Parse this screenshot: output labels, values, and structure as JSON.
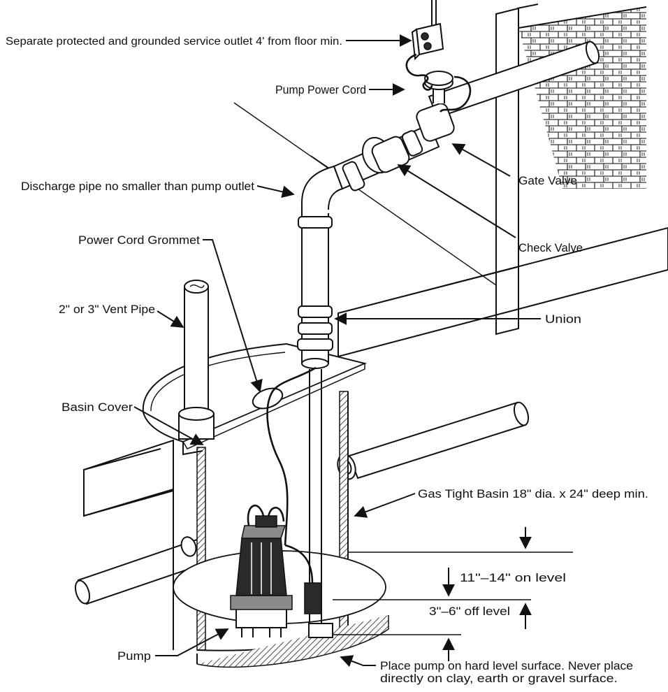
{
  "labels": {
    "service_outlet": "Separate protected and grounded service outlet 4' from floor min.",
    "pump_power_cord": "Pump Power Cord",
    "gate_valve": "Gate Valve",
    "discharge_pipe": "Discharge pipe no smaller than pump outlet",
    "check_valve": "Check Valve",
    "power_cord_grommet": "Power Cord Grommet",
    "vent_pipe": "2\" or 3\" Vent Pipe",
    "union": "Union",
    "basin_cover": "Basin Cover",
    "gas_tight_basin": "Gas Tight Basin 18\" dia. x 24\" deep min.",
    "on_level": "11\"–14\" on level",
    "off_level": "3\"–6\" off level",
    "pump": "Pump",
    "surface_note_1": "Place pump on hard level surface. Never place",
    "surface_note_2": "directly on clay, earth or gravel surface."
  }
}
